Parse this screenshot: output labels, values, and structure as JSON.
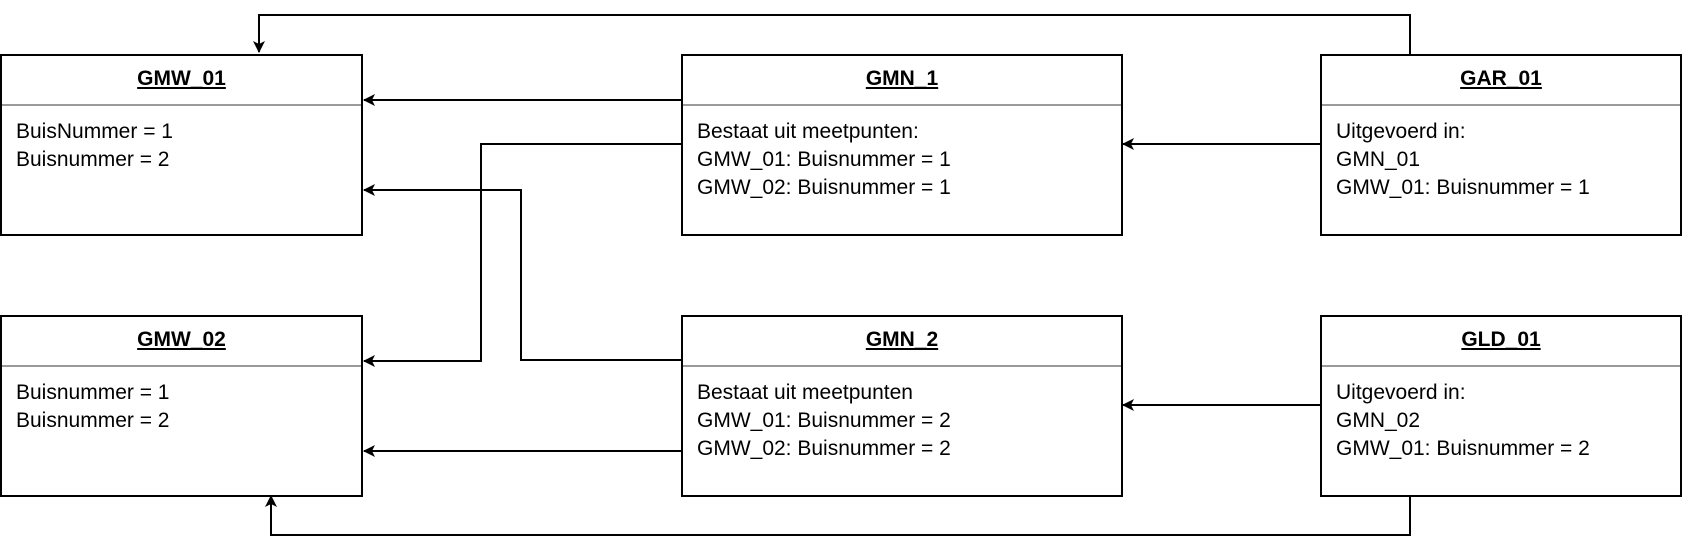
{
  "boxes": [
    {
      "id": "gmw_01",
      "title": "GMW_01",
      "lines": [
        "BuisNummer = 1",
        "Buisnummer = 2"
      ]
    },
    {
      "id": "gmn_1",
      "title": "GMN_1",
      "lines": [
        "Bestaat uit meetpunten:",
        "GMW_01: Buisnummer = 1",
        "GMW_02: Buisnummer = 1"
      ]
    },
    {
      "id": "gar_01",
      "title": "GAR_01",
      "lines": [
        "Uitgevoerd in:",
        "GMN_01",
        "GMW_01: Buisnummer = 1"
      ]
    },
    {
      "id": "gmw_02",
      "title": "GMW_02",
      "lines": [
        "Buisnummer = 1",
        "Buisnummer = 2"
      ]
    },
    {
      "id": "gmn_2",
      "title": "GMN_2",
      "lines": [
        "Bestaat uit meetpunten",
        "GMW_01: Buisnummer = 2",
        "GMW_02: Buisnummer = 2"
      ]
    },
    {
      "id": "gld_01",
      "title": "GLD_01",
      "lines": [
        "Uitgevoerd in:",
        "GMN_02",
        "GMW_01: Buisnummer = 2"
      ]
    }
  ],
  "connections": [
    {
      "from": "gar_01",
      "to": "gmw_01"
    },
    {
      "from": "gmn_1",
      "to": "gmw_01"
    },
    {
      "from": "gmn_1",
      "to": "gmw_02"
    },
    {
      "from": "gar_01",
      "to": "gmn_1"
    },
    {
      "from": "gmn_2",
      "to": "gmw_01"
    },
    {
      "from": "gmn_2",
      "to": "gmw_02"
    },
    {
      "from": "gld_01",
      "to": "gmn_2"
    },
    {
      "from": "gld_01",
      "to": "gmw_02"
    }
  ],
  "colors": {
    "line": "#000000",
    "separator": "#9a9a9a",
    "background": "#ffffff"
  }
}
